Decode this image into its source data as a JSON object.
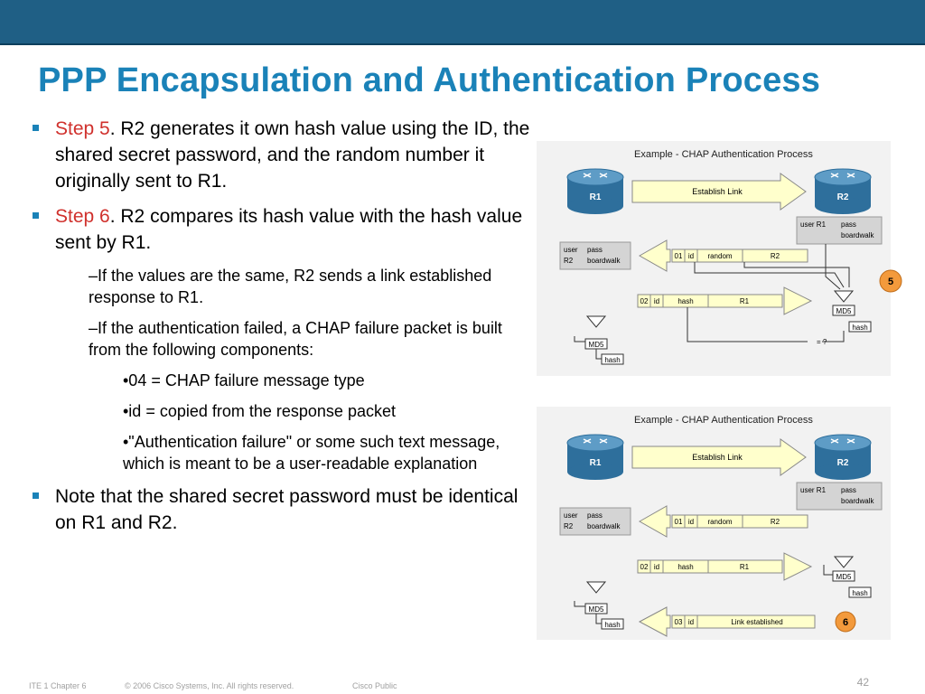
{
  "slide": {
    "title": "PPP Encapsulation and Authentication Process",
    "bullets": [
      {
        "step": "Step 5",
        "text": ". R2 generates it own hash value using the ID, the shared secret password, and the random number it originally sent to R1."
      },
      {
        "step": "Step 6",
        "text": ". R2 compares its hash value with the hash value sent by R1."
      }
    ],
    "sub_items": [
      "–If the values are the same, R2 sends a link established response to R1.",
      "–If the authentication failed, a CHAP failure packet is built from the following components:"
    ],
    "sub_sub_items": [
      "•04 = CHAP failure message type",
      "•id = copied from the response packet",
      "•\"Authentication failure\" or some such text message, which is meant to be a user-readable explanation"
    ],
    "note": "Note that the shared secret password must be identical on R1 and R2."
  },
  "diagram_1": {
    "title": "Example - CHAP Authentication Process",
    "r1": "R1",
    "r2": "R2",
    "establish": "Establish Link",
    "r2_table": {
      "user_label": "user R1",
      "pass_label": "pass",
      "pass_value": "boardwalk"
    },
    "r1_table": {
      "user_label": "user",
      "pass_label": "pass",
      "user_value": "R2",
      "pass_value": "boardwalk"
    },
    "challenge": {
      "code": "01",
      "id": "id",
      "random": "random",
      "name": "R2"
    },
    "response": {
      "code": "02",
      "id": "id",
      "hash": "hash",
      "name": "R1"
    },
    "md5": "MD5",
    "hash": "hash",
    "compare": "= ?",
    "step": "5"
  },
  "diagram_2": {
    "title": "Example - CHAP Authentication Process",
    "r1": "R1",
    "r2": "R2",
    "establish": "Establish Link",
    "r2_table": {
      "user_label": "user R1",
      "pass_label": "pass",
      "pass_value": "boardwalk"
    },
    "r1_table": {
      "user_label": "user",
      "pass_label": "pass",
      "user_value": "R2",
      "pass_value": "boardwalk"
    },
    "challenge": {
      "code": "01",
      "id": "id",
      "random": "random",
      "name": "R2"
    },
    "response": {
      "code": "02",
      "id": "id",
      "hash": "hash",
      "name": "R1"
    },
    "success": {
      "code": "03",
      "id": "id",
      "text": "Link established"
    },
    "md5": "MD5",
    "hash": "hash",
    "step": "6"
  },
  "footer": {
    "chapter": "ITE 1 Chapter 6",
    "copyright": "© 2006 Cisco Systems, Inc. All rights reserved.",
    "classification": "Cisco Public",
    "page": "42"
  },
  "colors": {
    "title": "#1a82b8",
    "step": "#d0312d",
    "topbar": "#1f5f85",
    "arrow_fill": "#ffffcc",
    "step_badge": "#f39a3c"
  }
}
